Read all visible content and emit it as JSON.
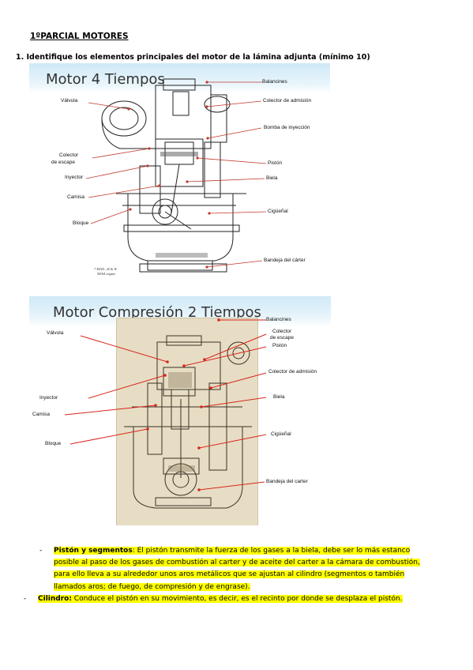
{
  "document": {
    "title": "1ºPARCIAL MOTORES",
    "question": "1.  Identifique los elementos principales del motor de la lámina adjunta (mínimo 10)"
  },
  "slide1": {
    "title": "Motor 4 Tiempos",
    "labels": {
      "balancines": "Balancines",
      "valvula": "Válvula",
      "colector_admision": "Colector de admisión",
      "bomba_inyeccion": "Bomba de inyección",
      "colector_escape_1": "Colector",
      "colector_escape_2": "de escape",
      "piston": "Pistón",
      "inyector": "Inyector",
      "biela": "Biela",
      "camisa": "Camisa",
      "ciguenal": "Cigüeñal",
      "bloque": "Bloque",
      "bandeja": "Bandeja del cárter"
    },
    "footer_1": "7  MAN—B & W",
    "footer_2": "58/64 engine"
  },
  "slide2": {
    "title": "Motor Compresión 2 Tiempos",
    "labels": {
      "balancines": "Balancines",
      "valvula": "Válvula",
      "colector_escape_1": "Colector",
      "colector_escape_2": "de escape",
      "piston": "Pistón",
      "colector_admision": "Colector de admisión",
      "inyector": "Inyector",
      "biela": "Biela",
      "camisa": "Camisa",
      "ciguenal": "Cigüeñal",
      "bloque": "Bloque",
      "bandeja": "Bandeja del carter"
    }
  },
  "bullets": [
    {
      "dash": "-",
      "term": "Pistón y segmentos",
      "lines": [
        ": El pistón transmite la fuerza de los gases a la biela, debe ser lo más estanco",
        "posible al paso de los gases de combustión al carter y de aceite del carter a la cámara de combustión,",
        "para ello lleva a su alrededor unos aros metálicos que se ajustan al cilindro (segmentos o también",
        "llamados aros; de fuego, de compresión y de engrase)."
      ]
    },
    {
      "dash": "-",
      "term": "Cilindro:",
      "lines": [
        " Conduce el pistón en su movimiento, es decir, es el recinto por donde se desplaza el pistón."
      ]
    }
  ],
  "colors": {
    "highlight": "#ffff00",
    "arrow1": "#c0392b",
    "arrow2": "#d9261c",
    "band": "#cfe9f8",
    "photo_bg": "#e7ddc4"
  }
}
